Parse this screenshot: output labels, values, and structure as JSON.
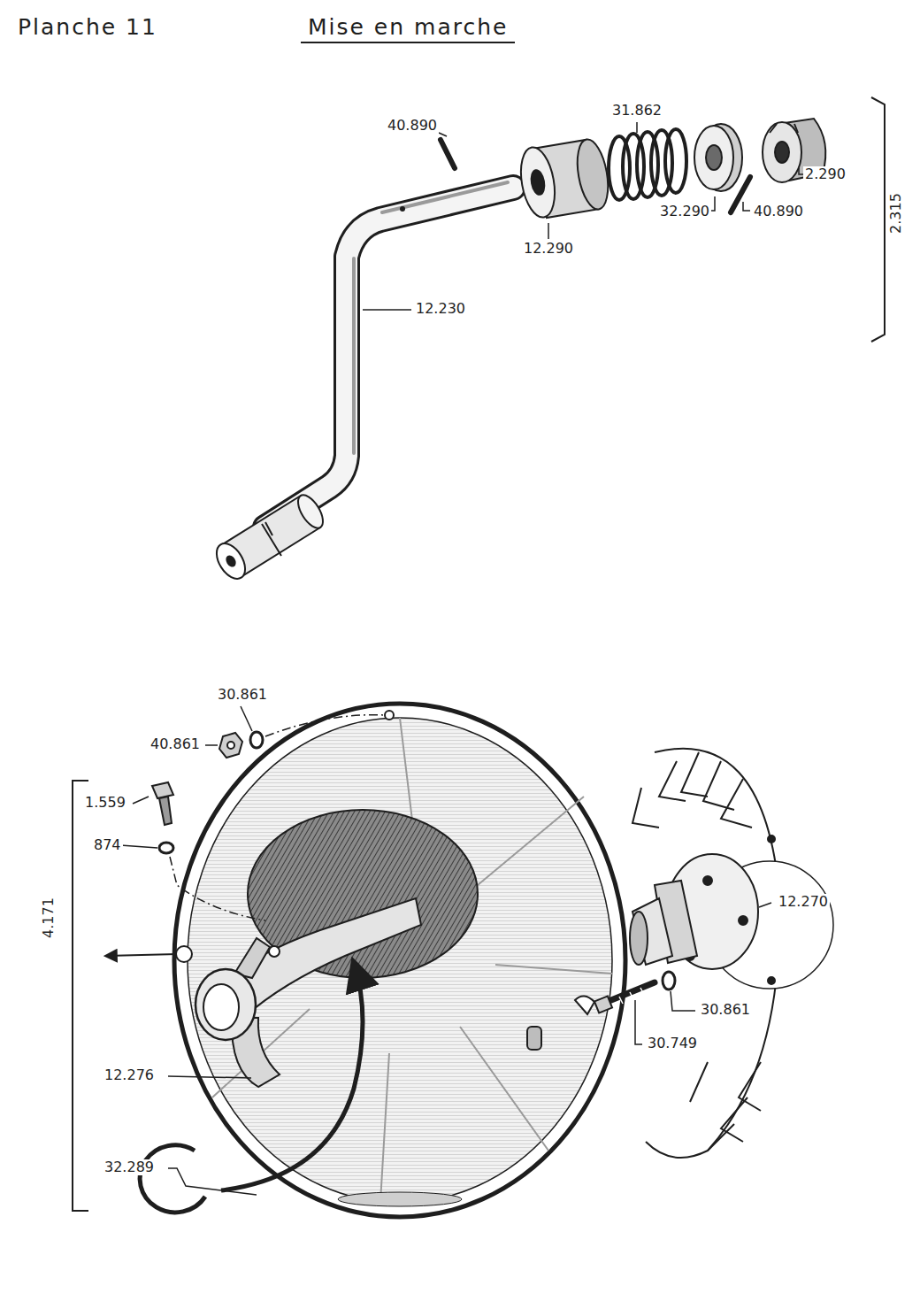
{
  "diagram": {
    "title": "Mise en marche",
    "labels": [
      "Planche 11",
      "40.890",
      "31.862",
      "2.290",
      "32.290",
      "40.890",
      "12.290",
      "2.315",
      "12.230",
      "30.861",
      "40.861",
      "1.559",
      "874",
      "4.171",
      "12.270",
      "12.276",
      "30.749",
      "30.861",
      "32.289"
    ]
  }
}
